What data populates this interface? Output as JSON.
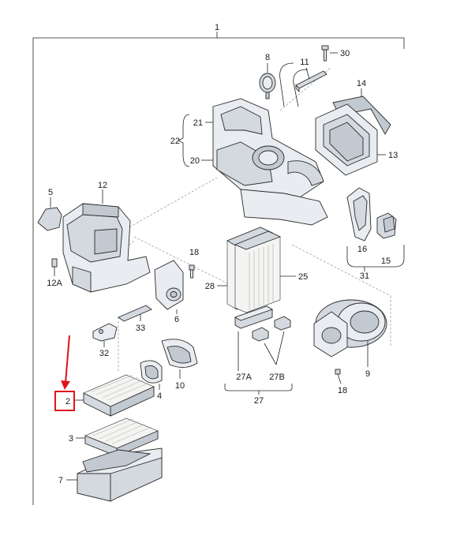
{
  "labels": {
    "l1": "1",
    "l2": "2",
    "l3": "3",
    "l4": "4",
    "l5": "5",
    "l6": "6",
    "l7": "7",
    "l8": "8",
    "l9": "9",
    "l10": "10",
    "l11": "11",
    "l12": "12",
    "l12a": "12A",
    "l13": "13",
    "l14": "14",
    "l15": "15",
    "l16": "16",
    "l18a": "18",
    "l18b": "18",
    "l20": "20",
    "l21": "21",
    "l22": "22",
    "l25": "25",
    "l27": "27",
    "l27a": "27A",
    "l27b": "27B",
    "l28": "28",
    "l30": "30",
    "l31": "31",
    "l32": "32",
    "l33": "33"
  },
  "colors": {
    "highlight": "#e0141b",
    "arrow": "#e0141b",
    "line": "#222222",
    "dashed": "#9aa3ad"
  },
  "highlighted_part": "2"
}
